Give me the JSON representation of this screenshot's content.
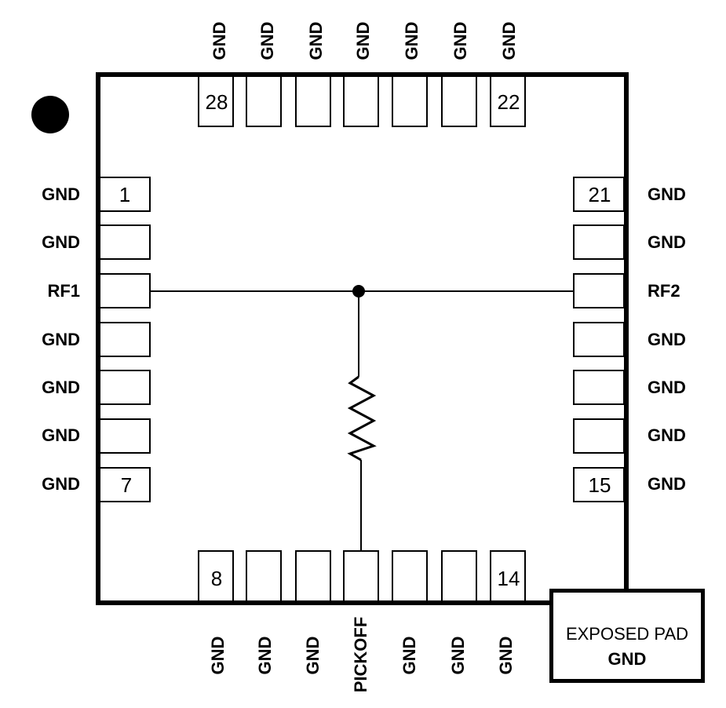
{
  "left_pins": [
    "GND",
    "GND",
    "RF1",
    "GND",
    "GND",
    "GND",
    "GND"
  ],
  "right_pins": [
    "GND",
    "GND",
    "RF2",
    "GND",
    "GND",
    "GND",
    "GND"
  ],
  "top_pins": [
    "GND",
    "GND",
    "GND",
    "GND",
    "GND",
    "GND",
    "GND"
  ],
  "bottom_pins": [
    "GND",
    "GND",
    "GND",
    "PICKOFF",
    "GND",
    "GND",
    "GND"
  ],
  "pin_numbers": {
    "left_first": "1",
    "left_last": "7",
    "bottom_first": "8",
    "bottom_last": "14",
    "right_first": "15",
    "right_last": "21",
    "top_first": "22",
    "top_last": "28"
  },
  "exposed_pad": {
    "title": "EXPOSED PAD",
    "label": "GND"
  }
}
